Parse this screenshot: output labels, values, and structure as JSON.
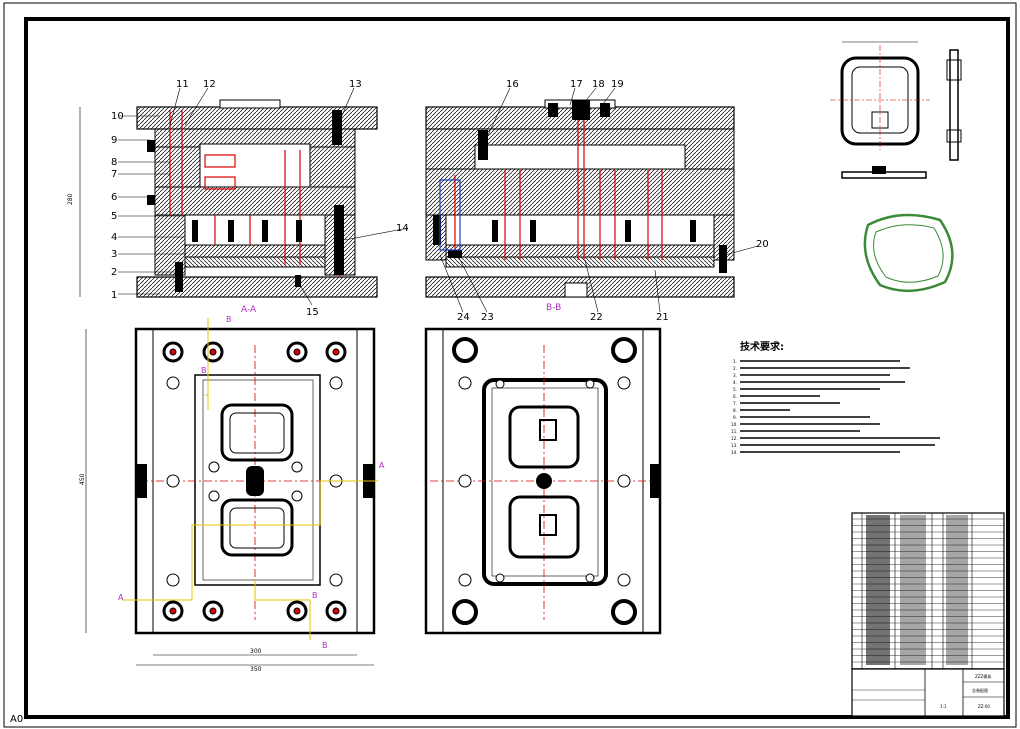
{
  "sheet": {
    "size_mark": "A0"
  },
  "callouts_left": [
    "1",
    "2",
    "3",
    "4",
    "5",
    "6",
    "7",
    "8",
    "9",
    "10",
    "11",
    "12",
    "13",
    "14",
    "15"
  ],
  "callouts_right": [
    "16",
    "17",
    "18",
    "19",
    "20",
    "21",
    "22",
    "23",
    "24"
  ],
  "section_labels": {
    "aa": "A-A",
    "bb": "B-B"
  },
  "cut_letters": {
    "a": "A",
    "b": "B"
  },
  "dims": {
    "height_top": "280",
    "height_plan": "450",
    "width_inner": "300",
    "width_outer": "350"
  },
  "tech_req": {
    "title": "技术要求:",
    "lines": [
      "1.",
      "2.",
      "3.",
      "4.",
      "5.",
      "6.",
      "7.",
      "8.",
      "9.",
      "10.",
      "11.",
      "12.",
      "13.",
      "14."
    ]
  },
  "title_block": {
    "name": "ZZZ模具",
    "drawing": "总装配图",
    "scale": "1:1",
    "no": "ZZ-00"
  }
}
